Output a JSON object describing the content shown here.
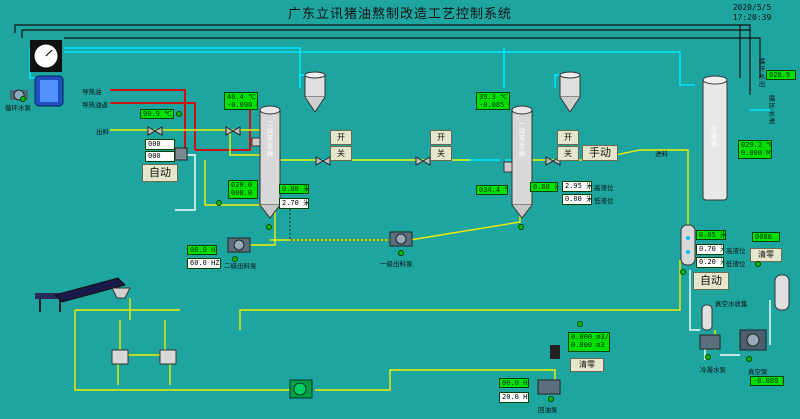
{
  "header": {
    "title": "广东立讯猪油熬制改造工艺控制系统",
    "date": "2020/5/5",
    "time": "17:20:39"
  },
  "labels": {
    "heat_oil_in": "导热油",
    "heat_oil_return": "导热油返",
    "feed_out": "出料",
    "feed_in": "进料",
    "circulation_pump": "循环水泵",
    "pump1": "二级出料泵",
    "pump2": "一级出料泵",
    "cooling_pump": "冷凝水泵",
    "vacuum_pump": "真空泵",
    "return_pump": "回油泵",
    "condensate_tank": "真空水收集",
    "cool_out": "循环水出",
    "cool_in": "循环水进",
    "evap1": "二效蒸发器",
    "evap2": "一效蒸发器",
    "condenser": "冷凝器",
    "high_level": "高液位",
    "low_level": "低液位",
    "high_level_b": "高液位",
    "low_level_b": "低液位"
  },
  "values": {
    "temp_feed": "90.9 ℃",
    "evap1_temp": "46.4 ℃",
    "evap1_press": "-0.090 MP",
    "evap1_bottom_temp": "020.0 ℃",
    "evap1_bottom_press": "000.0 ℃",
    "evap1_level": "0.00 米",
    "evap1_level_w": "2.70 米",
    "evap2_temp": "39.3 ℃",
    "evap2_press": "-0.085 MP",
    "evap2_bottom_temp": "034.4 ℃",
    "evap2_level": "0.00 米",
    "evap2_high": "2.95 米",
    "evap2_low": "0.00 米",
    "cond_out_temp": "028.9 ℃",
    "cond_temp": "029.2 ℃",
    "cond_press": "0.000 MP",
    "tank_level": "0.05 米",
    "tank_high": "0.70 米",
    "tank_low": "0.20 米",
    "pump1_hz": "08.0 HZ",
    "pump1_set": "60.0 HZ",
    "valve_set_1": "000",
    "valve_set_2": "000",
    "flow_rate": "0.000 m3/H",
    "flow_total": "0.000 m3",
    "return_hz": "00.0 HZ",
    "return_set": "20.0 HZ",
    "counter": "0000",
    "vacuum_press": "-0.089 MP"
  },
  "buttons": {
    "open1": "开",
    "close1": "关",
    "open2": "开",
    "close2": "关",
    "open3": "开",
    "close3": "关",
    "manual": "手动",
    "auto1": "自动",
    "auto2": "自动",
    "reset1": "清零",
    "reset2": "清零"
  },
  "colors": {
    "background": "#1fa5a0",
    "pipe_water": "#00e8ff",
    "pipe_oil": "#e00000",
    "pipe_material": "#f0f000",
    "pipe_dark": "#000000",
    "pipe_white": "#ffffff",
    "display": "#00e000"
  }
}
